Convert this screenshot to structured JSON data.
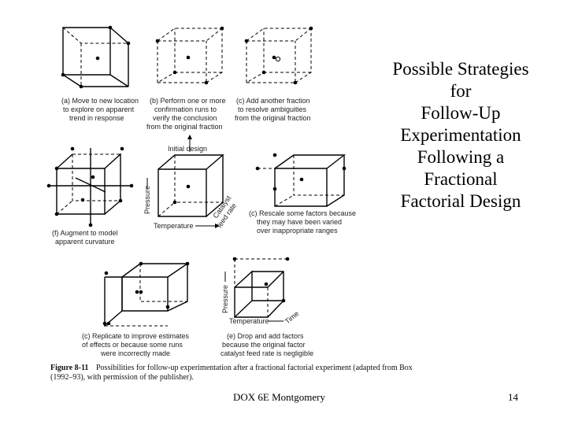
{
  "slide": {
    "title_lines": [
      "Possible Strategies",
      "for",
      "Follow-Up",
      "Experimentation",
      "Following a",
      "Fractional",
      "Factorial Design"
    ],
    "footer": "DOX 6E Montgomery",
    "page_number": "14"
  },
  "figure": {
    "panels": {
      "a": [
        "(a) Move to new location",
        "to explore on apparent",
        "trend in response"
      ],
      "b": [
        "(b) Perform one or more",
        "confirmation runs to",
        "verify the conclusion",
        "from the original fraction"
      ],
      "c": [
        "(c) Add another fraction",
        "to resolve ambiguities",
        "from the original fraction"
      ],
      "f": [
        "(f) Augment to model",
        "apparent curvature"
      ],
      "rescale": [
        "(c) Rescale some factors because",
        "they may have been varied",
        "over inappropriate ranges"
      ],
      "replicate": [
        "(c) Replicate to improve estimates",
        "of effects or because some runs",
        "were incorrectly made"
      ],
      "drop": [
        "(e) Drop and add factors",
        "because the original factor",
        "catalyst feed rate is negligible"
      ]
    },
    "center": {
      "initial_design": "Initial design",
      "temperature": "Temperature",
      "pressure": "Pressure",
      "catalyst": "Catalyst",
      "feed_rate": "feed rate"
    },
    "drop_axes": {
      "pressure": "Pressure",
      "temperature": "Temperature",
      "time": "Time"
    },
    "caption": {
      "label": "Figure 8-11",
      "line1": "Possibilities for follow-up experimentation after a fractional factorial experiment (adapted from Box",
      "line2": "(1992–93), with permission of the publisher)."
    }
  }
}
